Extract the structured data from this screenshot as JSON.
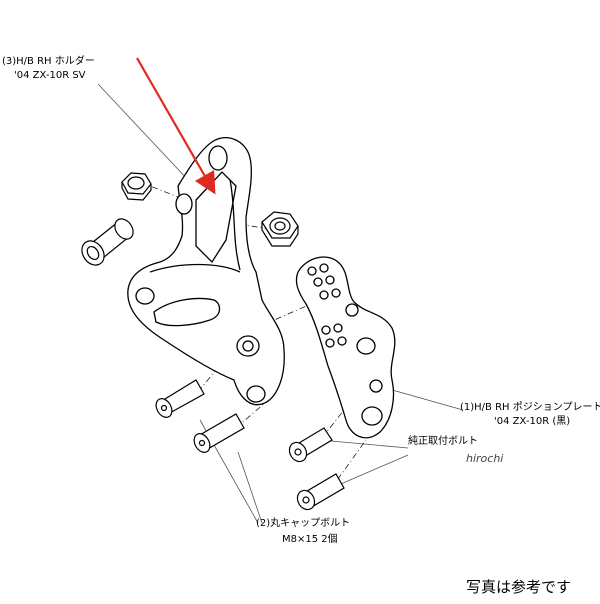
{
  "labels": {
    "holder_line1": "(3)H/B RH ホルダー",
    "holder_line2": "'04 ZX-10R SV",
    "plate_line1": "(1)H/B RH ポジションプレート",
    "plate_line2": "'04 ZX-10R (黒)",
    "genuine_bolt": "純正取付ボルト",
    "cap_bolt_line1": "(2)丸キャップボルト",
    "cap_bolt_line2": "M8×15 2個"
  },
  "watermark": "hirochi",
  "caption": "写真は参考です",
  "colors": {
    "line": "#000000",
    "leader": "#555555",
    "arrow": "#e02a1e",
    "paper": "#ffffff"
  }
}
